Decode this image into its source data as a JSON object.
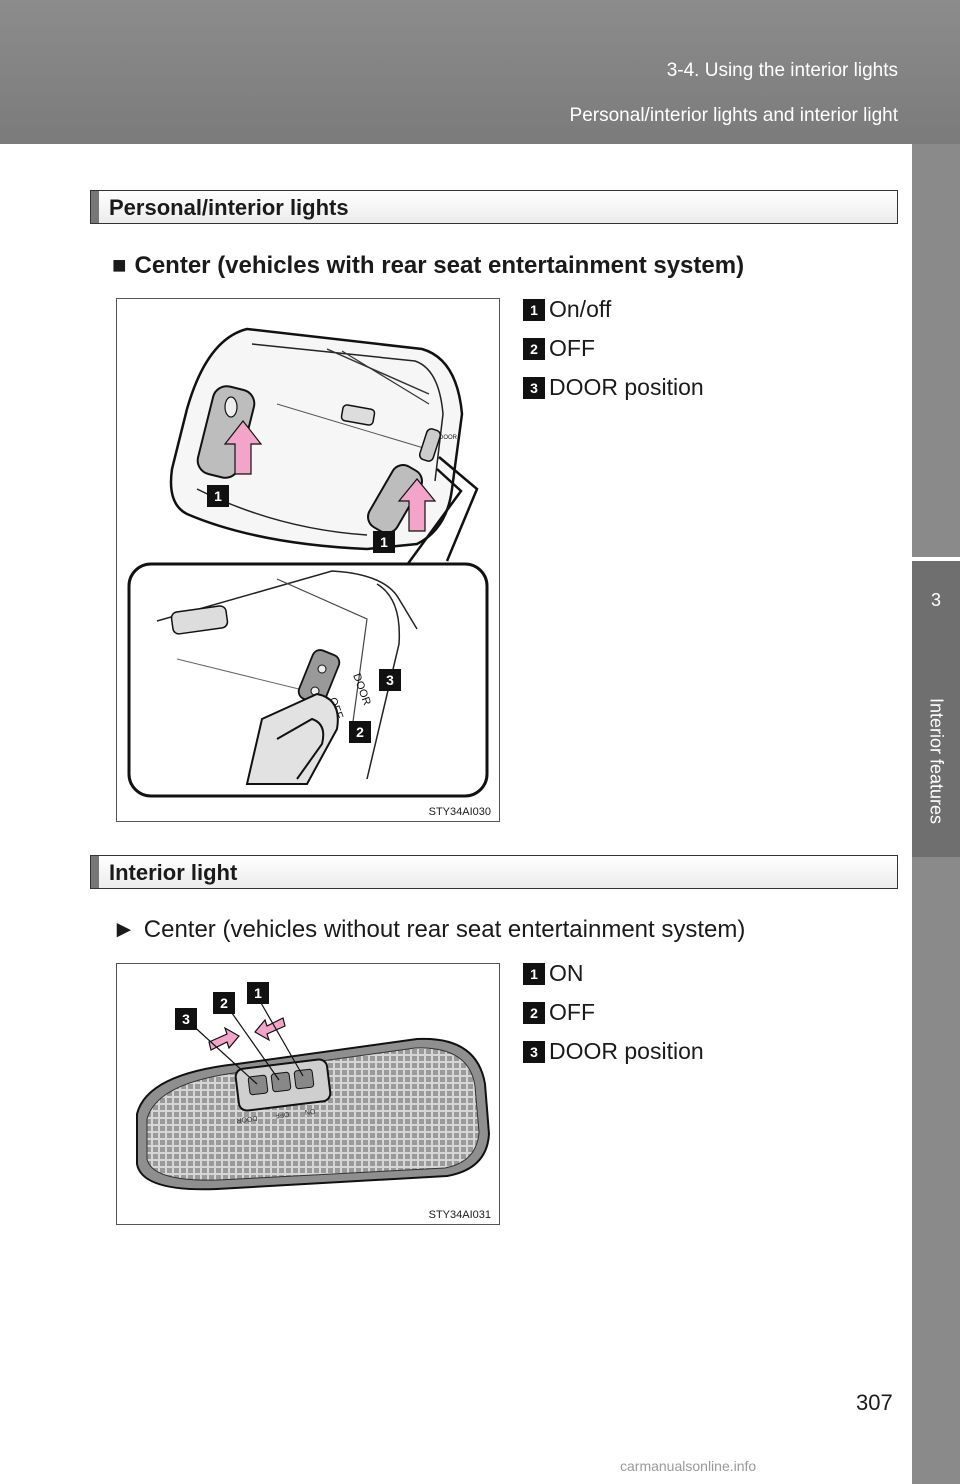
{
  "header": {
    "section": "3-4. Using the interior lights",
    "subsection": "Personal/interior lights and interior light"
  },
  "side_tab": {
    "number": "3",
    "label": "Interior features"
  },
  "section1": {
    "title": "Personal/interior lights",
    "subhead_mark": "■",
    "subhead": "Center (vehicles with rear seat entertainment system)",
    "figure_code": "STY34AI030",
    "legend": [
      {
        "num": "1",
        "label": "On/off"
      },
      {
        "num": "2",
        "label": "OFF"
      },
      {
        "num": "3",
        "label": "DOOR position"
      }
    ],
    "switch_labels": {
      "door": "DOOR",
      "off": "OFF"
    }
  },
  "section2": {
    "title": "Interior light",
    "subhead_mark": "►",
    "subhead": "Center (vehicles without rear seat entertainment system)",
    "figure_code": "STY34AI031",
    "legend": [
      {
        "num": "1",
        "label": "ON"
      },
      {
        "num": "2",
        "label": "OFF"
      },
      {
        "num": "3",
        "label": "DOOR position"
      }
    ],
    "switch_labels": {
      "door": "DOOR",
      "off": "OFF",
      "on": "ON"
    }
  },
  "page_number": "307",
  "watermark": "carmanualsonline.info",
  "colors": {
    "header": "#808080",
    "tab_dark": "#6f6f6f",
    "arrow": "#f2a5c9"
  }
}
